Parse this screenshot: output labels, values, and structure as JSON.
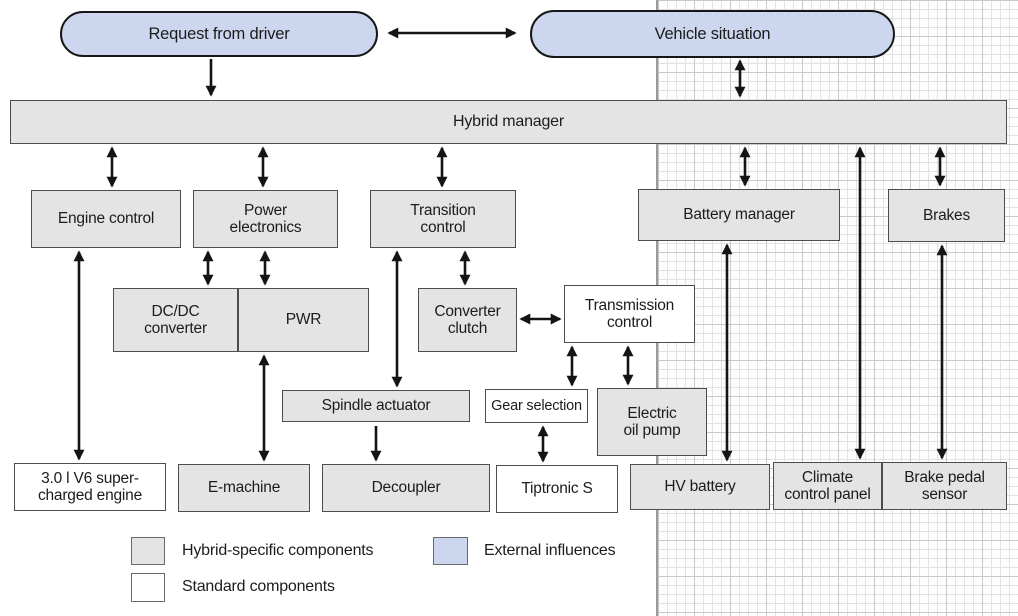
{
  "diagram": {
    "external_nodes": {
      "request_from_driver": "Request from driver",
      "vehicle_situation": "Vehicle situation"
    },
    "hybrid_manager": "Hybrid manager",
    "components": {
      "engine_control": "Engine control",
      "power_electronics": "Power\nelectronics",
      "transition_control": "Transition\ncontrol",
      "battery_manager": "Battery manager",
      "brakes": "Brakes",
      "dcdc_converter": "DC/DC\nconverter",
      "pwr": "PWR",
      "converter_clutch": "Converter\nclutch",
      "transmission_control": "Transmission\ncontrol",
      "spindle_actuator": "Spindle actuator",
      "gear_selection": "Gear selection",
      "electric_oil_pump": "Electric\noil pump",
      "engine": "3.0 l V6 super-\ncharged engine",
      "e_machine": "E-machine",
      "decoupler": "Decoupler",
      "tiptronic_s": "Tiptronic S",
      "hv_battery": "HV battery",
      "climate_control_panel": "Climate\ncontrol panel",
      "brake_pedal_sensor": "Brake pedal\nsensor"
    },
    "legend": {
      "hybrid_specific": "Hybrid-specific components",
      "standard": "Standard components",
      "external": "External influences"
    },
    "colors": {
      "hybrid_specific_fill": "#e4e4e4",
      "external_fill": "#ccd6ee",
      "standard_fill": "#ffffff",
      "border": "#4d4d4d",
      "arrow": "#141414"
    }
  }
}
